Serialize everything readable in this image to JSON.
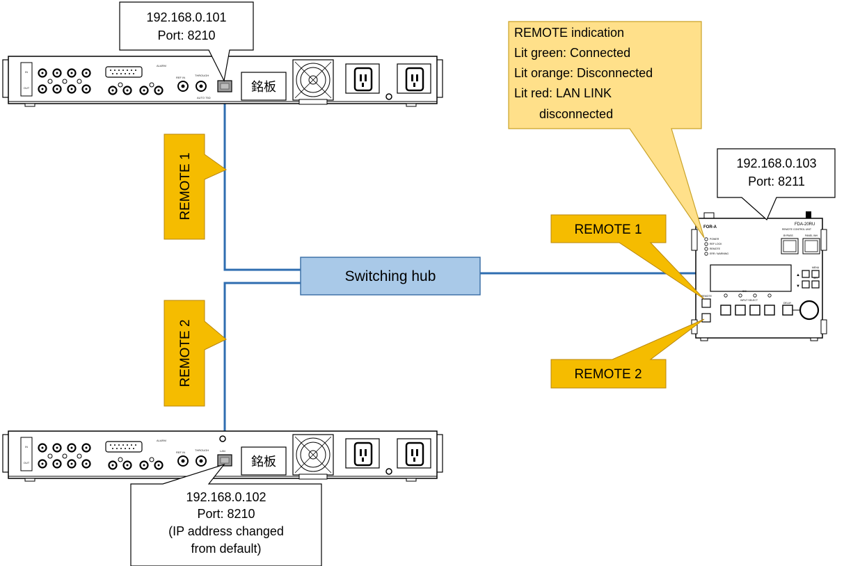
{
  "device1": {
    "ip": "192.168.0.101",
    "port": "Port: 8210",
    "nameplate": "銘板",
    "auto_term": "AUTO 75Ω"
  },
  "device2": {
    "ip": "192.168.0.102",
    "port": "Port: 8210",
    "note_line1": "(IP address changed",
    "note_line2": "from default)",
    "nameplate": "銘板"
  },
  "remote_unit": {
    "ip": "192.168.0.103",
    "port": "Port: 8211",
    "model": "FDA-20RU",
    "subtitle": "REMOTE CONTROL UNIT",
    "brand": "FOR-A"
  },
  "hub": {
    "label": "Switching hub"
  },
  "labels": {
    "remote1_vertical": "REMOTE 1",
    "remote2_vertical": "REMOTE 2",
    "remote1_callout": "REMOTE 1",
    "remote2_callout": "REMOTE 2"
  },
  "indication": {
    "line1": "REMOTE indication",
    "line2": "Lit green: Connected",
    "line3": "Lit orange: Disconnected",
    "line4": "Lit red: LAN LINK",
    "line5": "disconnected"
  },
  "colors": {
    "callout_fill": "#FFE08A",
    "label_fill": "#F5BC00",
    "hub_fill": "#A9C9E8",
    "cable": "#2E6DB0"
  }
}
